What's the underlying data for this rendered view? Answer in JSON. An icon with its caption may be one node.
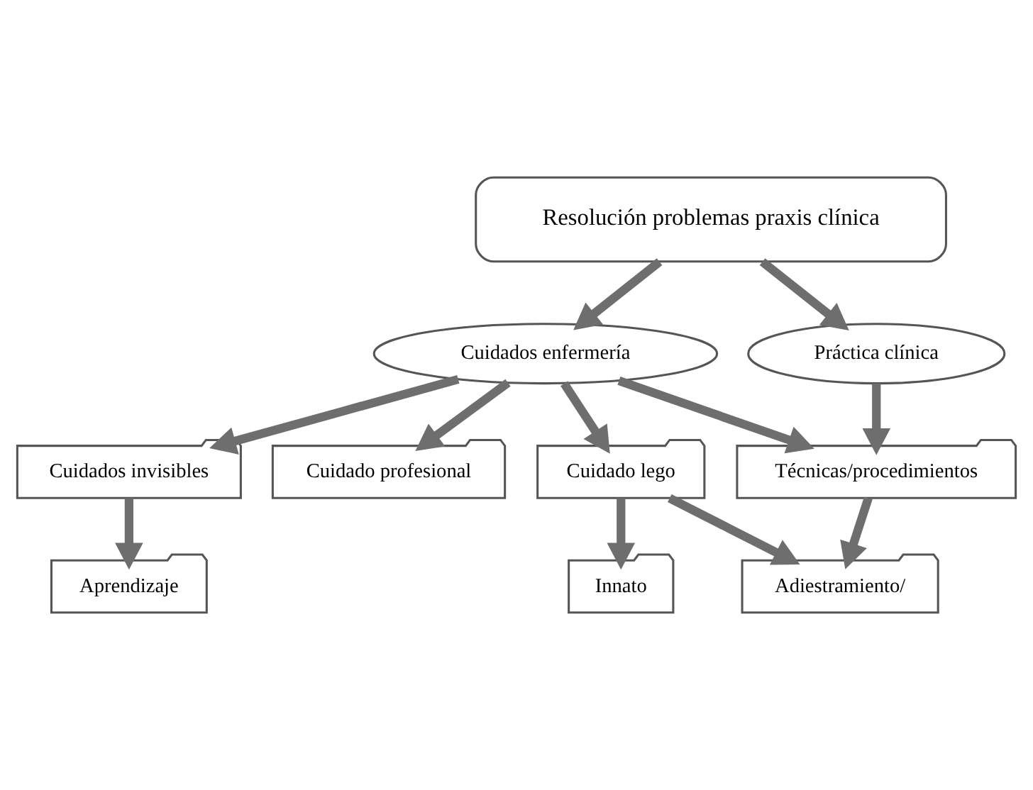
{
  "diagram": {
    "nodes": [
      {
        "text": [
          "Resolución problemas praxis clínica"
        ]
      },
      {
        "text": [
          "Cuidados enfermería"
        ]
      },
      {
        "text": [
          "Práctica clínica"
        ]
      },
      {
        "text": [
          "Cuidados invisibles"
        ]
      },
      {
        "text": [
          "Cuidado profesional"
        ]
      },
      {
        "text": [
          "Cuidado lego"
        ]
      },
      {
        "text": [
          "Técnicas/procedimientos"
        ]
      },
      {
        "text": [
          "Aprendizaje"
        ]
      },
      {
        "text": [
          "Innato"
        ]
      },
      {
        "text": [
          "Adiestramiento/"
        ]
      }
    ],
    "edges": [
      {
        "from": 0,
        "to": 1,
        "arrow": "to"
      },
      {
        "from": 0,
        "to": 2,
        "arrow": "to"
      },
      {
        "from": 1,
        "to": 3,
        "arrow": "to"
      },
      {
        "from": 1,
        "to": 4,
        "arrow": "to"
      },
      {
        "from": 1,
        "to": 5,
        "arrow": "to"
      },
      {
        "from": 1,
        "to": 6,
        "arrow": "to"
      },
      {
        "from": 2,
        "to": 6,
        "arrow": "to"
      },
      {
        "from": 3,
        "to": 7,
        "arrow": "to"
      },
      {
        "from": 5,
        "to": 8,
        "arrow": "to"
      },
      {
        "from": 5,
        "to": 9,
        "arrow": "to"
      },
      {
        "from": 6,
        "to": 9,
        "arrow": "to"
      }
    ]
  }
}
